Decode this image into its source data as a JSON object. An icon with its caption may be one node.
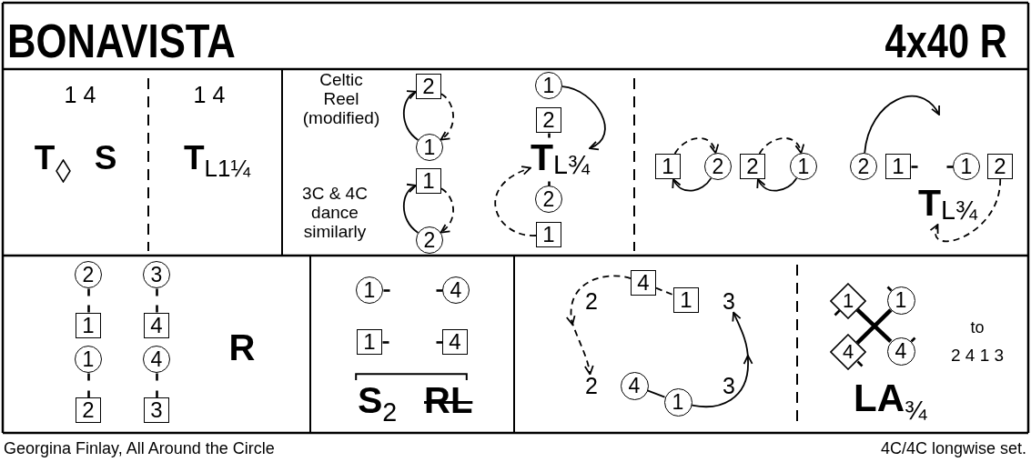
{
  "diagram": {
    "title": "BONAVISTA",
    "nodes": [
      {
        "text": [
          "2"
        ]
      },
      {
        "text": [
          "1"
        ]
      },
      {
        "text": [
          "1"
        ]
      },
      {
        "text": [
          "2"
        ]
      },
      {
        "text": [
          "1"
        ]
      },
      {
        "text": [
          "2"
        ]
      },
      {
        "text": [
          "T$_{L¾}$"
        ]
      },
      {
        "text": [
          "2"
        ]
      },
      {
        "text": [
          "1"
        ]
      },
      {
        "text": [
          "1"
        ]
      },
      {
        "text": [
          "2"
        ]
      },
      {
        "text": [
          "2"
        ]
      },
      {
        "text": [
          "1"
        ]
      },
      {
        "text": [
          "2"
        ]
      },
      {
        "text": [
          "1"
        ]
      },
      {
        "text": [
          "1"
        ]
      },
      {
        "text": [
          "2"
        ]
      },
      {
        "text": [
          "T$_{L¾}$"
        ]
      },
      {
        "text": [
          "2"
        ]
      },
      {
        "text": [
          "3"
        ]
      },
      {
        "text": [
          "1"
        ]
      },
      {
        "text": [
          "4"
        ]
      },
      {
        "text": [
          "1"
        ]
      },
      {
        "text": [
          "4"
        ]
      },
      {
        "text": [
          "2"
        ]
      },
      {
        "text": [
          "3"
        ]
      },
      {
        "text": [
          "1"
        ]
      },
      {
        "text": [
          "4"
        ]
      },
      {
        "text": [
          "1"
        ]
      },
      {
        "text": [
          "4"
        ]
      },
      {
        "text": [
          "4"
        ]
      },
      {
        "text": [
          "1"
        ]
      },
      {
        "text": [
          "3"
        ]
      },
      {
        "text": [
          "2"
        ]
      },
      {
        "text": [
          "4"
        ]
      },
      {
        "text": [
          "1"
        ]
      },
      {
        "text": [
          "1"
        ]
      },
      {
        "text": [
          "1"
        ]
      },
      {
        "text": [
          "4"
        ]
      },
      {
        "text": [
          "4"
        ]
      }
    ],
    "edges": [
      {
        "from": 1,
        "to": 0,
        "arrow": "to"
      },
      {
        "from": 0,
        "to": 1,
        "arrow": "to",
        "style": "dashed"
      },
      {
        "from": 3,
        "to": 2,
        "arrow": "to"
      },
      {
        "from": 2,
        "to": 3,
        "arrow": "to",
        "style": "dashed"
      },
      {
        "from": 4,
        "to": 6,
        "arrow": "to"
      },
      {
        "from": 8,
        "to": 6,
        "arrow": "to",
        "style": "dashed"
      },
      {
        "from": 9,
        "to": 10,
        "arrow": "to",
        "style": "dashed"
      },
      {
        "from": 10,
        "to": 9,
        "arrow": "to"
      },
      {
        "from": 11,
        "to": 12,
        "arrow": "to",
        "style": "dashed"
      },
      {
        "from": 12,
        "to": 11,
        "arrow": "to"
      },
      {
        "from": 13,
        "to": null,
        "arrow": "to"
      },
      {
        "from": 16,
        "to": 17,
        "arrow": "to",
        "style": "dashed"
      },
      {
        "from": 30,
        "to": 33,
        "arrow": "to",
        "style": "dashed"
      },
      {
        "from": 30,
        "to": 31,
        "arrow": "none",
        "style": "dashed"
      },
      {
        "from": 34,
        "to": 35,
        "arrow": "none"
      },
      {
        "from": 35,
        "to": 32,
        "arrow": "to"
      },
      {
        "from": 36,
        "to": 39,
        "arrow": "none",
        "style": "thick"
      },
      {
        "from": 38,
        "to": 37,
        "arrow": "none",
        "style": "thick"
      }
    ],
    "labels": [
      "4x40 R",
      "1 4",
      "1 4",
      "T",
      "S",
      "T$_{L1¼}$",
      "Celtic Reel (modified)",
      "3C & 4C dance similarly",
      "R",
      "S$_{2}$",
      "RL",
      "2",
      "3",
      "LA$_{¾}$",
      "to",
      "2 4 1 3",
      "Georgina Finlay, All Around the Circle",
      "4C/4C longwise set."
    ]
  }
}
